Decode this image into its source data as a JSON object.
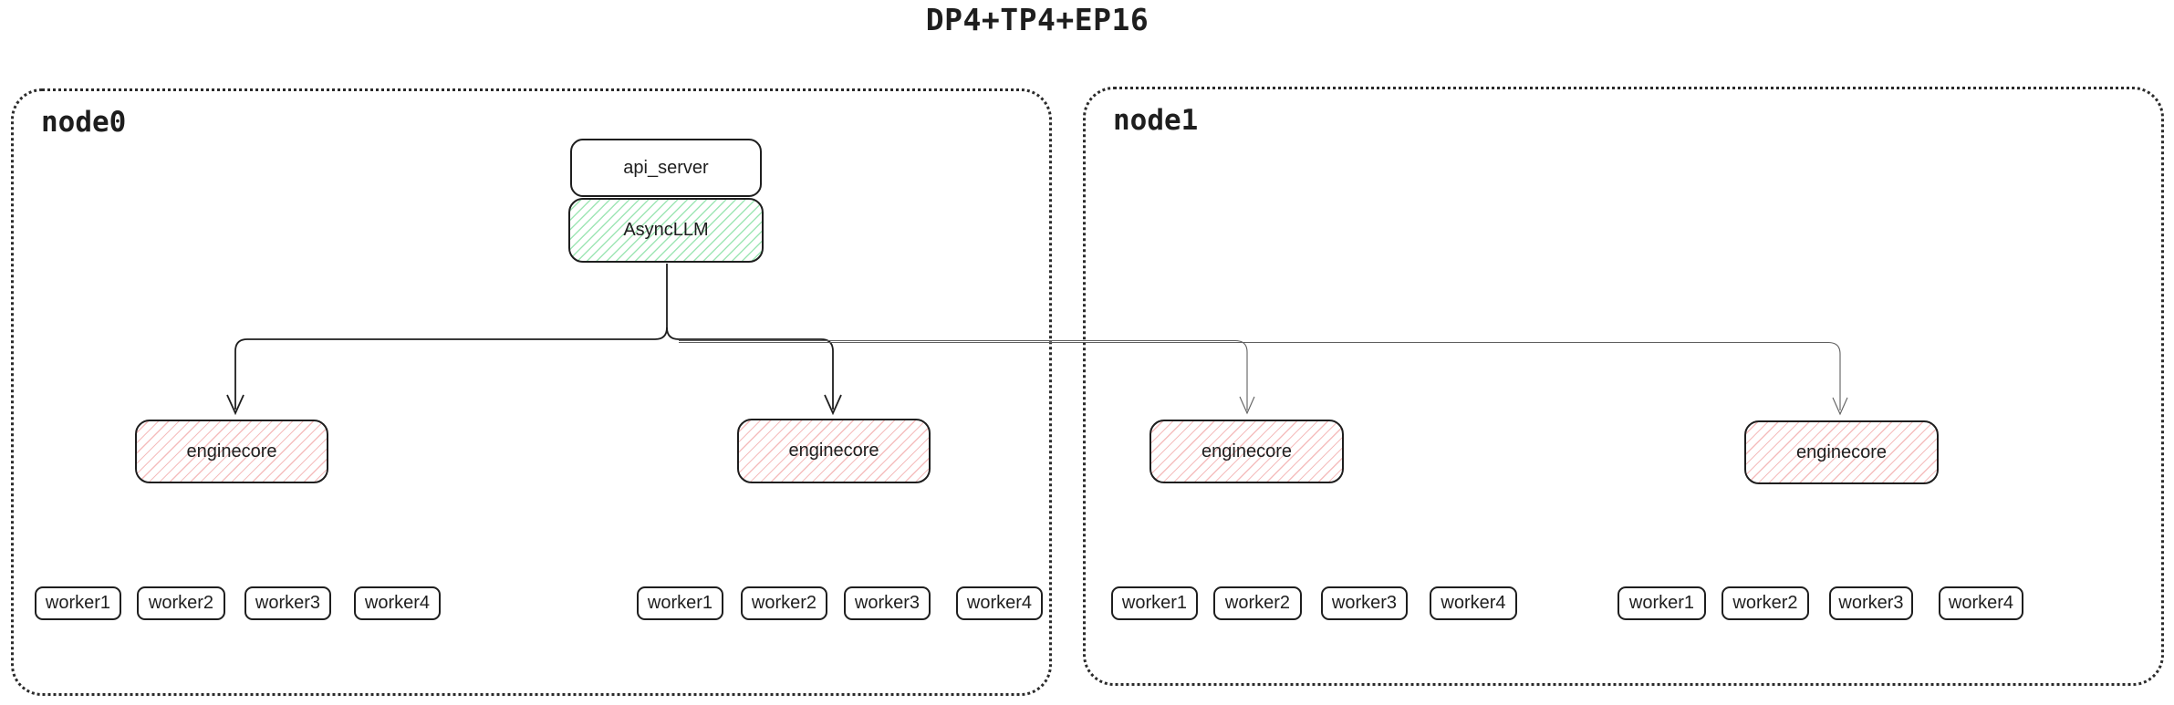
{
  "title": "DP4+TP4+EP16",
  "colors": {
    "box_stroke": "#1e1e1e",
    "node_border": "#2b2b2b",
    "green_hatch": "#8ee6a3",
    "pink_hatch": "#f2aaaa",
    "edge_main": "#1e1e1e",
    "edge_thin": "#5f5f5f",
    "text": "#1e1e1e",
    "background": "#ffffff"
  },
  "nodes": [
    {
      "label": "node0",
      "api_server_label": "api_server",
      "async_llm_label": "AsyncLLM",
      "enginecores": [
        "enginecore",
        "enginecore"
      ],
      "worker_groups": [
        [
          "worker1",
          "worker2",
          "worker3",
          "worker4"
        ],
        [
          "worker1",
          "worker2",
          "worker3",
          "worker4"
        ]
      ]
    },
    {
      "label": "node1",
      "enginecores": [
        "enginecore",
        "enginecore"
      ],
      "worker_groups": [
        [
          "worker1",
          "worker2",
          "worker3",
          "worker4"
        ],
        [
          "worker1",
          "worker2",
          "worker3",
          "worker4"
        ]
      ]
    }
  ],
  "edges": [
    {
      "from": "AsyncLLM",
      "to": "node0/enginecore1",
      "style": "solid-arrow"
    },
    {
      "from": "AsyncLLM",
      "to": "node0/enginecore2",
      "style": "solid-arrow"
    },
    {
      "from": "AsyncLLM",
      "to": "node1/enginecore1",
      "style": "thin-arrow"
    },
    {
      "from": "AsyncLLM",
      "to": "node1/enginecore2",
      "style": "thin-arrow"
    }
  ]
}
